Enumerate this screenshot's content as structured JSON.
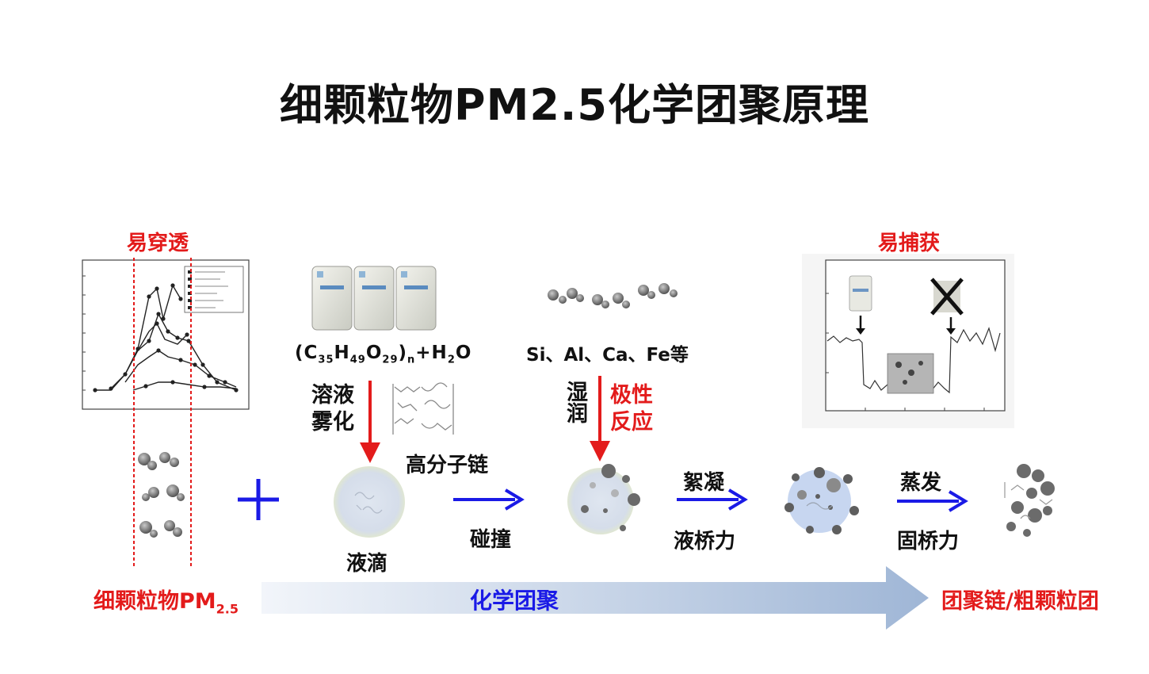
{
  "title": "细颗粒物PM2.5化学团聚原理",
  "labels": {
    "easy_penetrate": "易穿透",
    "easy_capture": "易捕获",
    "formula_main": "(C",
    "formula_sub1": "35",
    "formula_h": "H",
    "formula_sub2": "49",
    "formula_o": "O",
    "formula_sub3": "29",
    "formula_close": ")",
    "formula_sub4": "n",
    "formula_tail": "+H",
    "formula_sub5": "2",
    "formula_end": "O",
    "elements": "Si、Al、Ca、Fe等",
    "spray_1": "溶液",
    "spray_2": "雾化",
    "polymer_chain": "高分子链",
    "wetting": "湿润",
    "polar_reaction_1": "极性",
    "polar_reaction_2": "反应",
    "droplet": "液滴",
    "collision": "碰撞",
    "flocculation": "絮凝",
    "liquid_bridge": "液桥力",
    "evaporation": "蒸发",
    "solid_bridge": "固桥力",
    "fine_particle": "细颗粒物PM",
    "fine_particle_sub": "2.5",
    "chemical_agglomeration": "化学团聚",
    "result": "团聚链/粗颗粒团"
  },
  "icons": {
    "plus": "plus-icon",
    "cross": "cross-icon"
  },
  "colors": {
    "red": "#e31b1b",
    "blue": "#1a1ae6",
    "arrow_gradient_start": "#f2f5fa",
    "arrow_gradient_end": "#9fb6d6"
  }
}
